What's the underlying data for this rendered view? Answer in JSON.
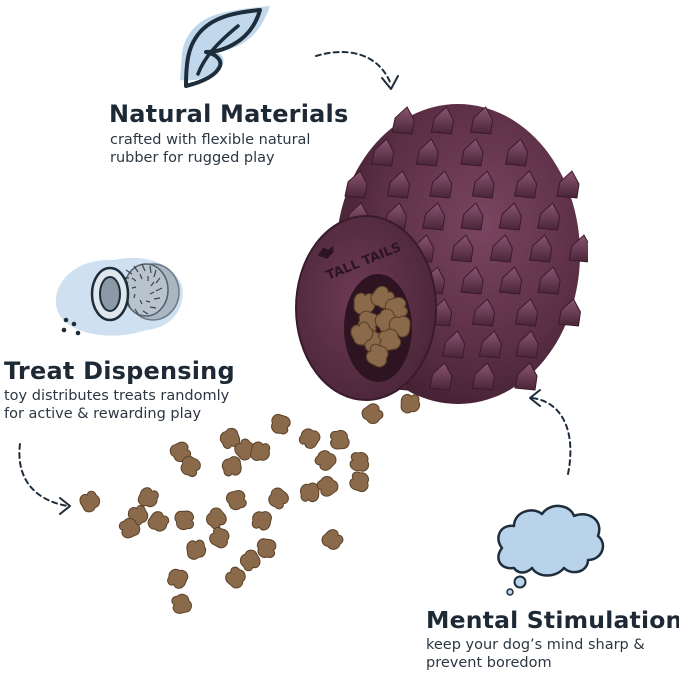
{
  "features": {
    "natural": {
      "title": "Natural Materials",
      "line1": "crafted with flexible natural",
      "line2": "rubber for rugged play",
      "icon": "leaf-icon"
    },
    "treat": {
      "title": "Treat Dispensing",
      "line1": "toy distributes treats randomly",
      "line2": "for active & rewarding play",
      "icon": "toy-dispenser-icon"
    },
    "mental": {
      "title": "Mental Stimulation",
      "line1": "keep your dog’s mind sharp &",
      "line2": "prevent boredom",
      "icon": "thought-bubble-icon"
    }
  },
  "product": {
    "brand_mark": "TALL TAILS",
    "body_color": "#5c2f45",
    "icon": "pinecone-toy"
  },
  "colors": {
    "icon_fill": "#b9d3ea",
    "icon_stroke": "#1e2d3c",
    "text": "#1d2935"
  }
}
